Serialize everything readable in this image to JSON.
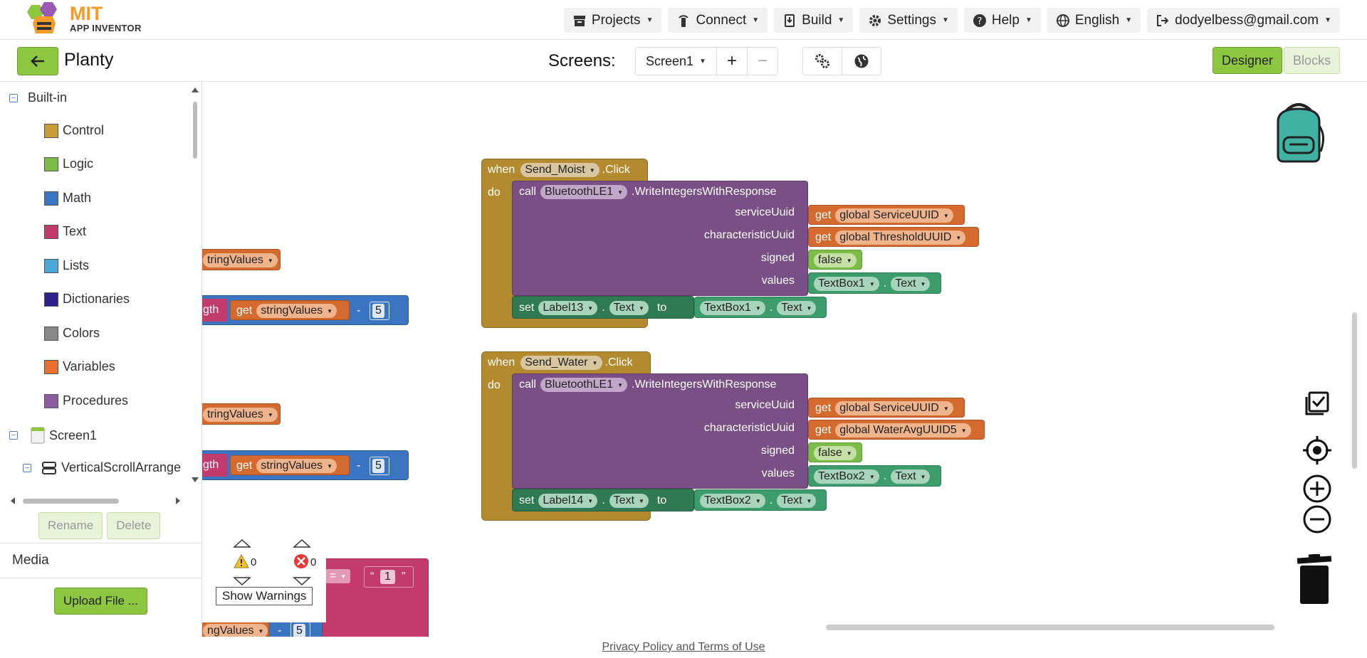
{
  "app": {
    "logo_title": "MIT",
    "logo_subtitle": "APP INVENTOR"
  },
  "menus": [
    {
      "label": "Projects"
    },
    {
      "label": "Connect"
    },
    {
      "label": "Build"
    },
    {
      "label": "Settings"
    },
    {
      "label": "Help"
    },
    {
      "label": "English"
    },
    {
      "label": "dodyelbess@gmail.com"
    }
  ],
  "project": {
    "name": "Planty"
  },
  "screens": {
    "label": "Screens:",
    "current": "Screen1",
    "add": "+",
    "remove": "−"
  },
  "modes": {
    "designer": "Designer",
    "blocks": "Blocks"
  },
  "sidebar": {
    "builtin": "Built-in",
    "items": [
      {
        "label": "Control",
        "color": "#c99c36"
      },
      {
        "label": "Logic",
        "color": "#7cbd49"
      },
      {
        "label": "Math",
        "color": "#3b75c1"
      },
      {
        "label": "Text",
        "color": "#c33a6c"
      },
      {
        "label": "Lists",
        "color": "#4aa8d8"
      },
      {
        "label": "Dictionaries",
        "color": "#2d1f8c"
      },
      {
        "label": "Colors",
        "color": "#888888"
      },
      {
        "label": "Variables",
        "color": "#e8702e"
      },
      {
        "label": "Procedures",
        "color": "#8c5ba0"
      }
    ],
    "screen": "Screen1",
    "arrangement": "VerticalScrollArrange",
    "rename": "Rename",
    "delete": "Delete",
    "media": "Media",
    "upload": "Upload File ..."
  },
  "blocks": {
    "event1": {
      "when": "when",
      "component": "Send_Moist",
      "event": ".Click",
      "do": "do",
      "call": "call",
      "callee": "BluetoothLE1",
      "method": ".WriteIntegersWithResponse",
      "p1": "serviceUuid",
      "p2": "characteristicUuid",
      "p3": "signed",
      "p4": "values",
      "get": "get",
      "v1": "global ServiceUUID",
      "v2": "global ThresholdUUID",
      "bool": "false",
      "tb": "TextBox1",
      "dot": ".",
      "prop": "Text",
      "set": "set",
      "label": "Label13",
      "to": "to",
      "src": "TextBox1"
    },
    "event2": {
      "when": "when",
      "component": "Send_Water",
      "event": ".Click",
      "do": "do",
      "call": "call",
      "callee": "BluetoothLE1",
      "method": ".WriteIntegersWithResponse",
      "p1": "serviceUuid",
      "p2": "characteristicUuid",
      "p3": "signed",
      "p4": "values",
      "get": "get",
      "v1": "global ServiceUUID",
      "v2": "global WaterAvgUUID5",
      "bool": "false",
      "tb": "TextBox2",
      "dot": ".",
      "prop": "Text",
      "set": "set",
      "label": "Label14",
      "to": "to",
      "src": "TextBox2"
    },
    "partial": {
      "sv1": "tringValues",
      "gth": "gth",
      "get": "get",
      "sv": "stringValues",
      "minus": "-",
      "num": "5",
      "sv2": "tringValues",
      "sv3": "ngValues",
      "eq": "=",
      "str": "1"
    }
  },
  "warnings": {
    "warn_count": "0",
    "error_count": "0",
    "show": "Show Warnings"
  },
  "footer": {
    "link": "Privacy Policy and Terms of Use"
  }
}
